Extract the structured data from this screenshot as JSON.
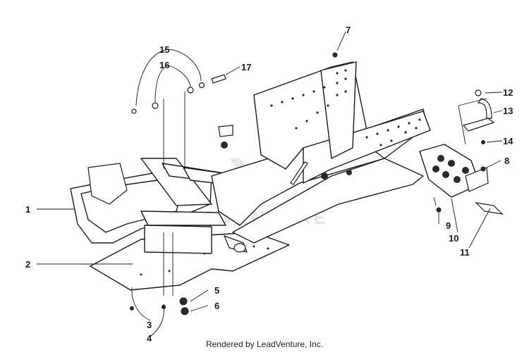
{
  "diagram": {
    "callouts": [
      {
        "id": "1",
        "label": "1"
      },
      {
        "id": "2",
        "label": "2"
      },
      {
        "id": "3",
        "label": "3"
      },
      {
        "id": "4",
        "label": "4"
      },
      {
        "id": "5",
        "label": "5"
      },
      {
        "id": "6",
        "label": "6"
      },
      {
        "id": "7",
        "label": "7"
      },
      {
        "id": "8",
        "label": "8"
      },
      {
        "id": "9",
        "label": "9"
      },
      {
        "id": "10",
        "label": "10"
      },
      {
        "id": "11",
        "label": "11"
      },
      {
        "id": "12",
        "label": "12"
      },
      {
        "id": "13",
        "label": "13"
      },
      {
        "id": "14",
        "label": "14"
      },
      {
        "id": "15",
        "label": "15"
      },
      {
        "id": "16",
        "label": "16"
      },
      {
        "id": "17",
        "label": "17"
      }
    ],
    "watermark": "ADVENTURE",
    "credit": "Rendered by LeadVenture, Inc."
  }
}
